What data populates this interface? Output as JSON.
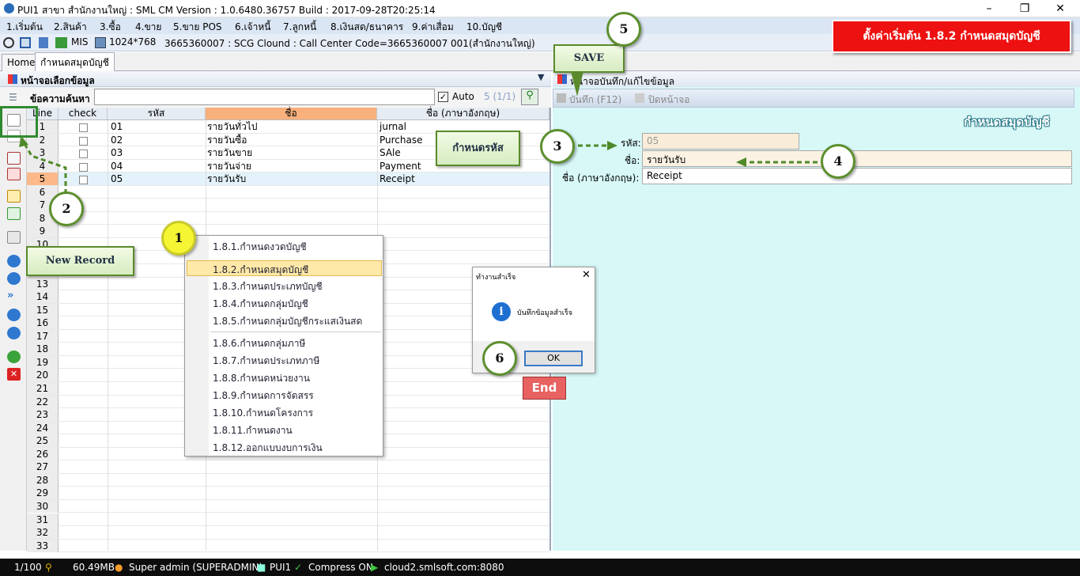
{
  "window": {
    "title": "PUI1 สาขา สำนักงานใหญ่ : SML CM Version : 1.0.6480.36757  Build : 2017-09-28T20:25:14"
  },
  "menu": [
    "1.เริ่มต้น",
    "2.สินค้า",
    "3.ซื้อ",
    "4.ขาย",
    "5.ขาย POS",
    "6.เจ้าหนี้",
    "7.ลูกหนี้",
    "8.เงินสด/ธนาคาร",
    "9.ค่าเสื่อม",
    "10.บัญชี"
  ],
  "toolbar": {
    "mis": "MIS",
    "resolution": "1024*768",
    "info": "3665360007 : SCG Clound : Call Center Code=3665360007 001(สำนักงานใหญ่)"
  },
  "tabs": [
    "Home",
    "กำหนดสมุดบัญชี"
  ],
  "left": {
    "title": "หน้าจอเลือกข้อมูล",
    "search_label": "ข้อความค้นหา",
    "search_value": "",
    "auto_label": "Auto",
    "count": "5 (1/1)",
    "headers": [
      "Line",
      "check",
      "รหัส",
      "ชื่อ",
      "ชื่อ (ภาษาอังกฤษ)"
    ],
    "rows": [
      {
        "line": "1",
        "code": "01",
        "name": "รายวันทั่วไป",
        "name_en": "jurnal"
      },
      {
        "line": "2",
        "code": "02",
        "name": "รายวันซื้อ",
        "name_en": "Purchase"
      },
      {
        "line": "3",
        "code": "03",
        "name": "รายวันขาย",
        "name_en": "SAle"
      },
      {
        "line": "4",
        "code": "04",
        "name": "รายวันจ่าย",
        "name_en": "Payment"
      },
      {
        "line": "5",
        "code": "05",
        "name": "รายวันรับ",
        "name_en": "Receipt"
      }
    ],
    "empty_lines": [
      "6",
      "7",
      "8",
      "9",
      "10",
      "11",
      "12",
      "13",
      "14",
      "15",
      "16",
      "17",
      "18",
      "19",
      "20",
      "21",
      "22",
      "23",
      "24",
      "25",
      "26",
      "27",
      "28",
      "29",
      "30",
      "31",
      "32",
      "33"
    ]
  },
  "right": {
    "title": "หน้าจอบันทึก/แก้ไขข้อมูล",
    "save_label": "บันทึก (F12)",
    "close_label": "ปิดหน้าจอ",
    "heading": "กำหนดสมุดบัญชี",
    "code_label": "รหัส:",
    "code_value": "05",
    "name_label": "ชื่อ:",
    "name_value": "รายวันรับ",
    "name_en_label": "ชื่อ (ภาษาอังกฤษ):",
    "name_en_value": "Receipt"
  },
  "context_menu": [
    "1.8.1.กำหนดงวดบัญชี",
    "1.8.2.กำหนดสมุดบัญชี",
    "1.8.3.กำหนดประเภทบัญชี",
    "1.8.4.กำหนดกลุ่มบัญชี",
    "1.8.5.กำหนดกลุ่มบัญชีกระแสเงินสด",
    "1.8.6.กำหนดกลุ่มภาษี",
    "1.8.7.กำหนดประเภทภาษี",
    "1.8.8.กำหนดหน่วยงาน",
    "1.8.9.กำหนดการจัดสรร",
    "1.8.10.กำหนดโครงการ",
    "1.8.11.กำหนดงาน",
    "1.8.12.ออกแบบงบการเงิน"
  ],
  "dialog": {
    "title": "ทำงานสำเร็จ",
    "message": "บันทึกข้อมูลสำเร็จ",
    "ok": "OK"
  },
  "annotations": {
    "banner": "ตั้งค่าเริ่มต้น 1.8.2 กำหนดสมุดบัญชี",
    "save": "SAVE",
    "new_record": "New Record",
    "set_code": "กำหนดรหัส",
    "end": "End",
    "numbers": [
      "1",
      "2",
      "3",
      "4",
      "5",
      "6"
    ]
  },
  "status": {
    "page": "1/100",
    "memory": "60.49MB",
    "user": "Super admin (SUPERADMIN)",
    "db": "PUI1",
    "compress": "Compress ON",
    "server": "cloud2.smlsoft.com:8080"
  }
}
